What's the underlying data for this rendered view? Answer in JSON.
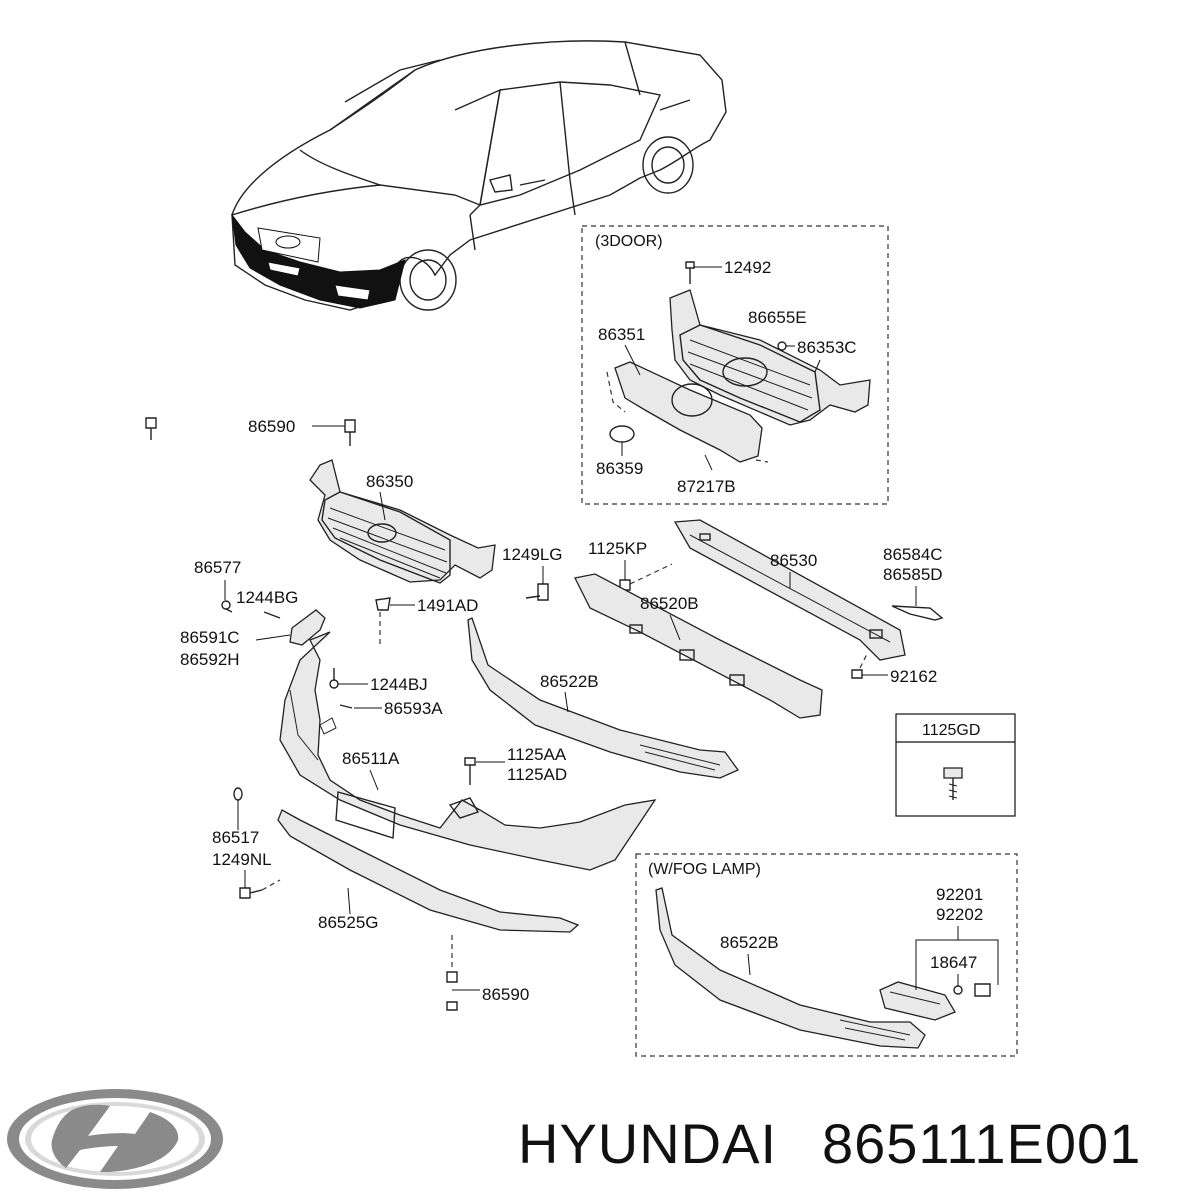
{
  "labels": {
    "door_box_title": "(3DOOR)",
    "d_12492": "12492",
    "d_86655E": "86655E",
    "d_86351": "86351",
    "d_86353C": "86353C",
    "d_86359": "86359",
    "d_87217B": "87217B",
    "l_86590_top": "86590",
    "l_86350": "86350",
    "l_1249LG": "1249LG",
    "l_1125KP": "1125KP",
    "l_86530": "86530",
    "l_86584C": "86584C",
    "l_86585D": "86585D",
    "l_86577": "86577",
    "l_1244BG": "1244BG",
    "l_1491AD": "1491AD",
    "l_86520B": "86520B",
    "l_86591C": "86591C",
    "l_86592H": "86592H",
    "l_92162": "92162",
    "l_1244BJ": "1244BJ",
    "l_86522B": "86522B",
    "l_86593A": "86593A",
    "l_86511A": "86511A",
    "l_1125AA": "1125AA",
    "l_1125AD": "1125AD",
    "l_86517": "86517",
    "l_1249NL": "1249NL",
    "l_86525G": "86525G",
    "l_86590_bottom": "86590",
    "gd_box_title": "1125GD",
    "fog_box_title": "(W/FOG LAMP)",
    "f_86522B": "86522B",
    "f_92201": "92201",
    "f_92202": "92202",
    "f_18647": "18647"
  },
  "caption": {
    "brand": "HYUNDAI",
    "part_number": "865111E001"
  },
  "logo": {
    "name": "hyundai-logo-icon",
    "color": "#8a8a8a"
  }
}
